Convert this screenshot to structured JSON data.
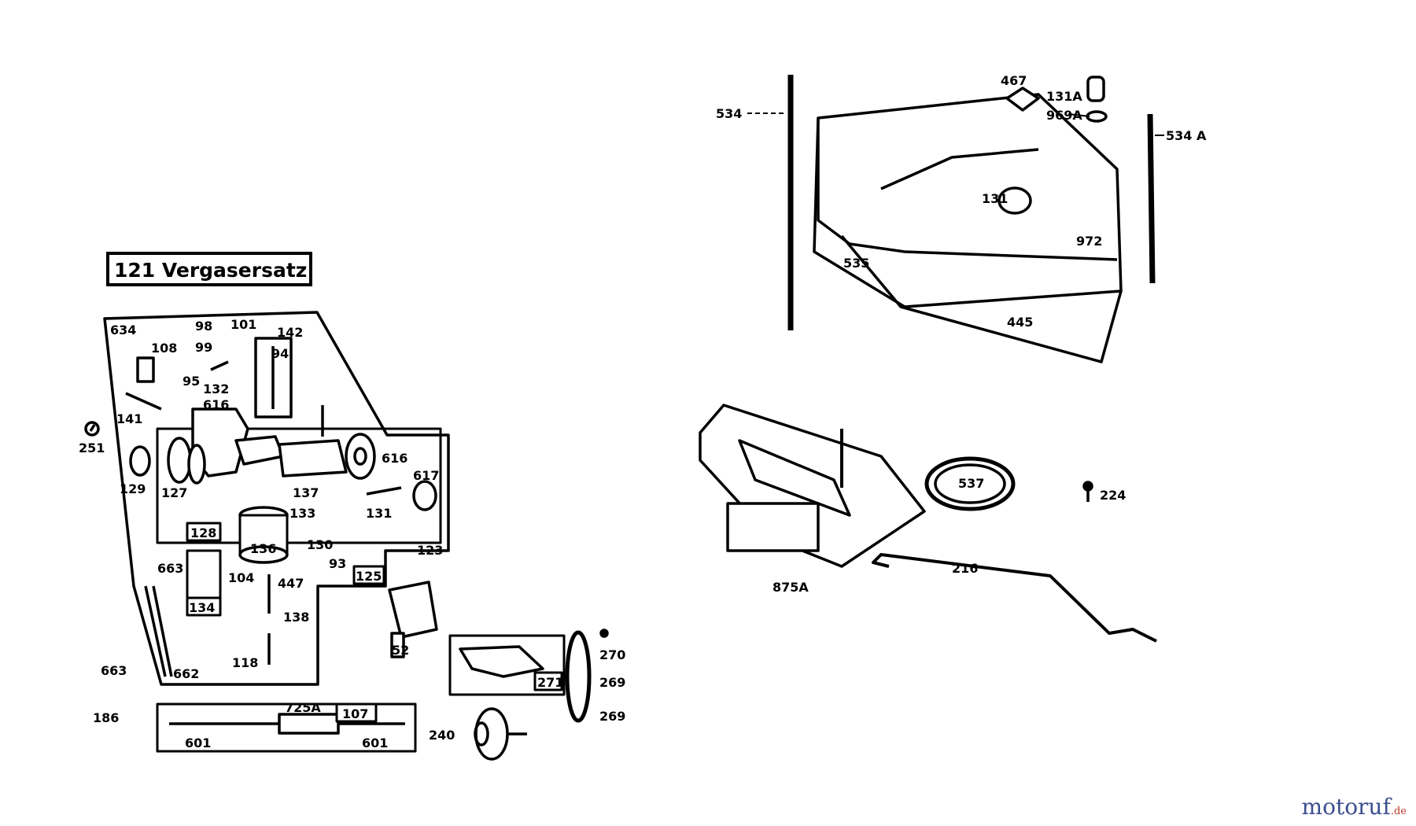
{
  "title": "121 Vergasersatz",
  "watermark": {
    "main": "motoruf",
    "tld": ".de"
  },
  "carburetor_labels": [
    "634",
    "108",
    "98",
    "101",
    "99",
    "142",
    "94",
    "95",
    "132",
    "616",
    "141",
    "251",
    "129",
    "127",
    "128",
    "137",
    "133",
    "130",
    "136",
    "93",
    "123",
    "125",
    "617",
    "131",
    "616",
    "663",
    "134",
    "104",
    "447",
    "138",
    "118",
    "663",
    "662",
    "725A",
    "107",
    "186",
    "601",
    "601",
    "240",
    "271",
    "270",
    "269",
    "269"
  ],
  "air_cleaner_labels": [
    "534",
    "467",
    "131A",
    "969A",
    "534 A",
    "131",
    "972",
    "535",
    "445",
    "875A",
    "537",
    "224",
    "216"
  ]
}
